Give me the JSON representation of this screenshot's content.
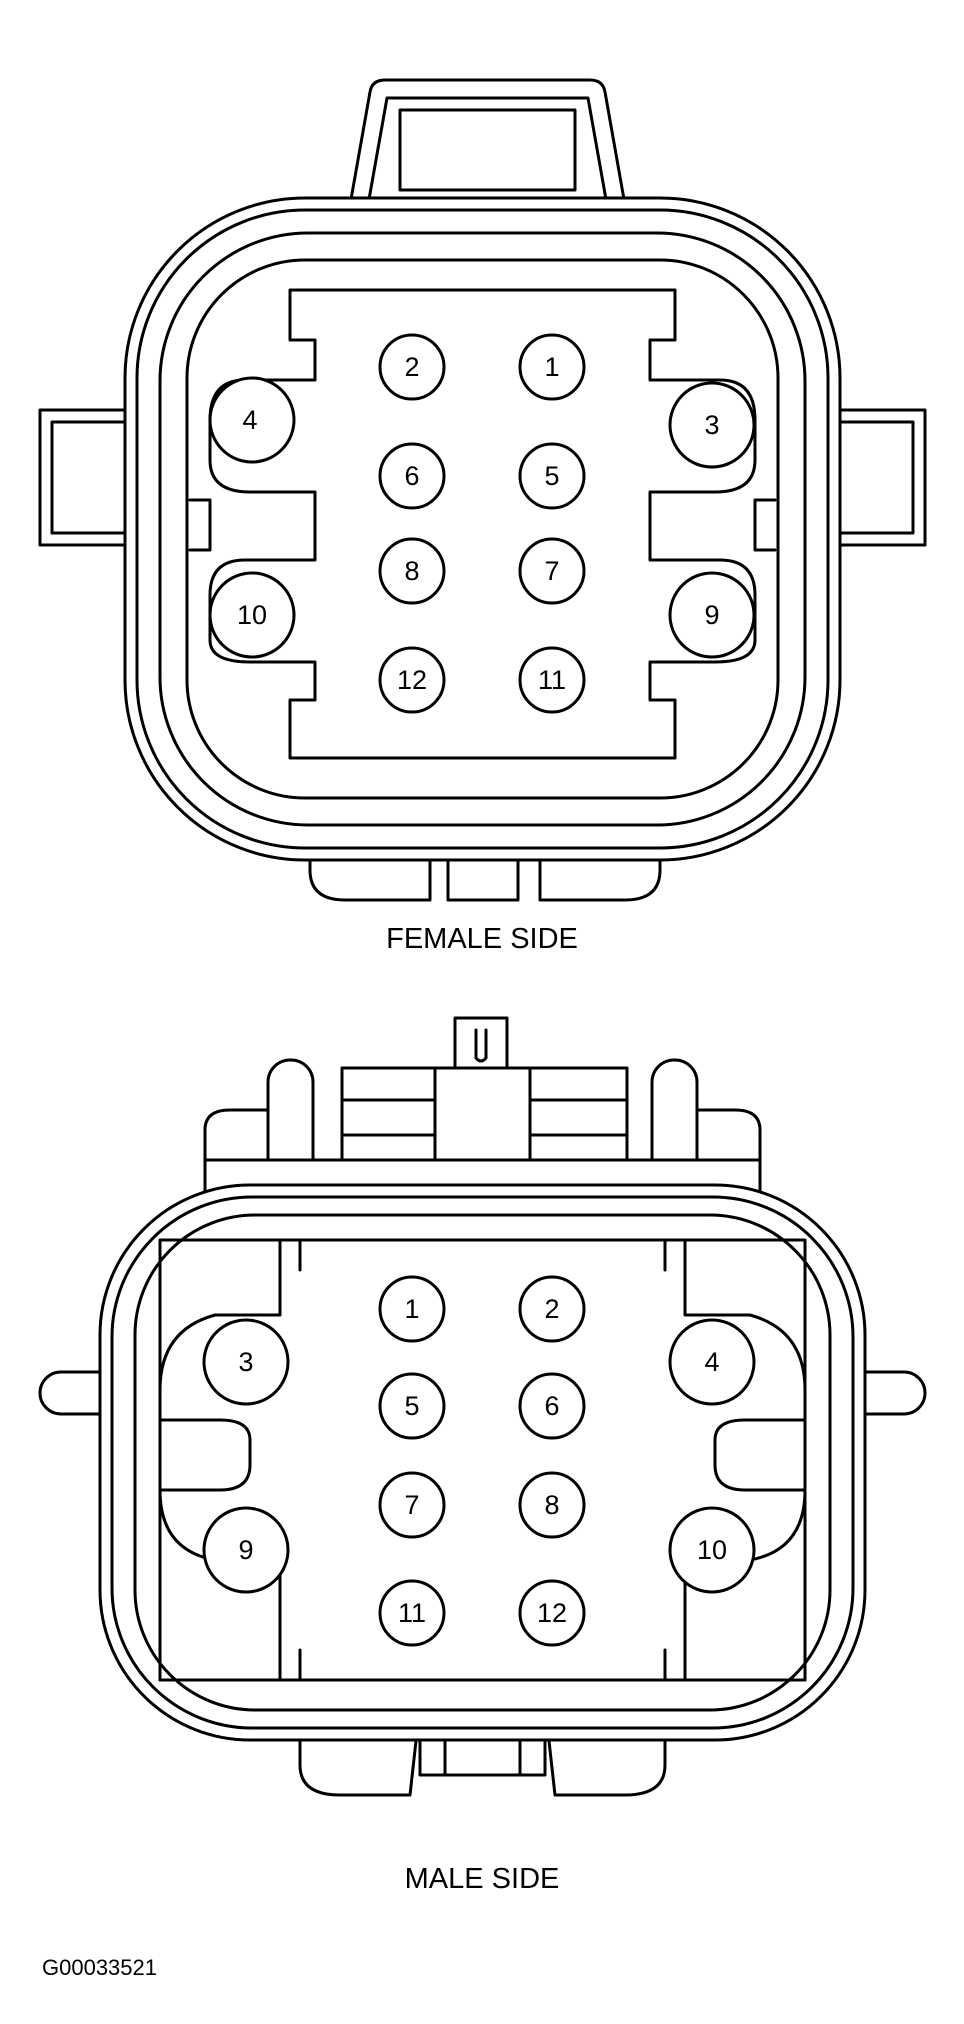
{
  "connectors": [
    {
      "id": "female",
      "caption": "FEMALE SIDE",
      "center_pins": [
        [
          "2",
          "1"
        ],
        [
          "6",
          "5"
        ],
        [
          "8",
          "7"
        ],
        [
          "12",
          "11"
        ]
      ],
      "left_side_pins": [
        "4",
        "10"
      ],
      "right_side_pins": [
        "3",
        "9"
      ]
    },
    {
      "id": "male",
      "caption": "MALE SIDE",
      "center_pins": [
        [
          "1",
          "2"
        ],
        [
          "5",
          "6"
        ],
        [
          "7",
          "8"
        ],
        [
          "11",
          "12"
        ]
      ],
      "left_side_pins": [
        "3",
        "9"
      ],
      "right_side_pins": [
        "4",
        "10"
      ]
    }
  ],
  "figure_id": "G00033521"
}
